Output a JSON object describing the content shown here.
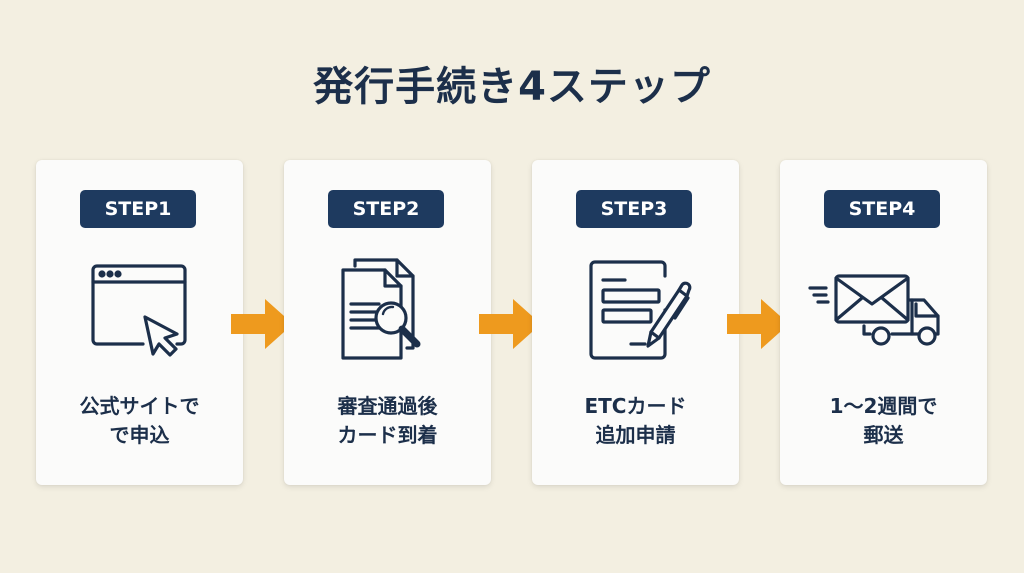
{
  "title": "発行手続き4ステップ",
  "colors": {
    "background": "#f3efe1",
    "card": "#fbfbfa",
    "badge": "#1e3a5f",
    "text": "#1c2f4a",
    "arrow": "#ee9a1e"
  },
  "steps": [
    {
      "badge": "STEP1",
      "icon": "browser-cursor-icon",
      "line1": "公式サイトで",
      "line2": "で申込"
    },
    {
      "badge": "STEP2",
      "icon": "document-search-icon",
      "line1": "審査通過後",
      "line2": "カード到着"
    },
    {
      "badge": "STEP3",
      "icon": "form-pen-icon",
      "line1": "ETCカード",
      "line2": "追加申請"
    },
    {
      "badge": "STEP4",
      "icon": "mail-truck-icon",
      "line1": "1〜2週間で",
      "line2": "郵送"
    }
  ],
  "arrows": [
    "arrow-right-icon",
    "arrow-right-icon",
    "arrow-right-icon"
  ]
}
